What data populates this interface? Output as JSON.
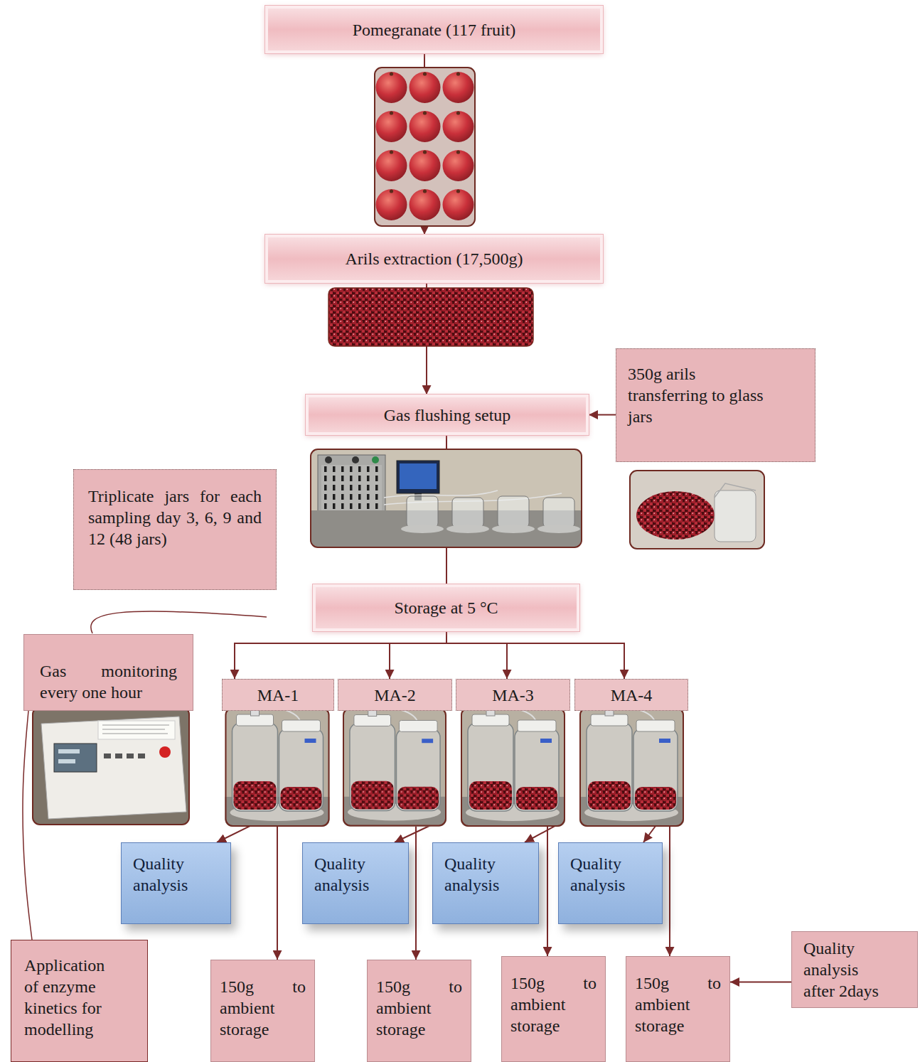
{
  "diagram": {
    "nodes": [
      {
        "text": [
          "Pomegranate (117 fruit)"
        ]
      },
      {
        "text": [
          "Arils extraction (17,500g)"
        ]
      },
      {
        "text": [
          "350g arils transferring to glass jars"
        ]
      },
      {
        "text": [
          "Gas flushing setup"
        ]
      },
      {
        "text": [
          "Triplicate jars for each sampling day 3, 6, 9 and 12 (48 jars)"
        ]
      },
      {
        "text": [
          "Storage at 5 °C"
        ]
      },
      {
        "text": [
          "Gas monitoring every one hour"
        ]
      },
      {
        "text": [
          "MA-1"
        ]
      },
      {
        "text": [
          "MA-2"
        ]
      },
      {
        "text": [
          "MA-3"
        ]
      },
      {
        "text": [
          "MA-4"
        ]
      },
      {
        "text": [
          "Quality analysis"
        ]
      },
      {
        "text": [
          "Quality analysis"
        ]
      },
      {
        "text": [
          "Quality analysis"
        ]
      },
      {
        "text": [
          "Quality analysis"
        ]
      },
      {
        "text": [
          "Application of enzyme kinetics for modelling"
        ]
      },
      {
        "text": [
          "150g to ambient storage"
        ]
      },
      {
        "text": [
          "150g to ambient storage"
        ]
      },
      {
        "text": [
          "150g to ambient storage"
        ]
      },
      {
        "text": [
          "150g to ambient storage"
        ]
      },
      {
        "text": [
          "Quality analysis after 2days"
        ]
      }
    ],
    "edges": [
      {
        "from": 0,
        "to": 1,
        "arrow": "to"
      },
      {
        "from": 1,
        "to": 3,
        "arrow": "to"
      },
      {
        "from": 2,
        "to": 3,
        "arrow": "to"
      },
      {
        "from": 3,
        "to": 5,
        "arrow": "none"
      },
      {
        "from": 5,
        "to": 7,
        "arrow": "to"
      },
      {
        "from": 5,
        "to": 8,
        "arrow": "to"
      },
      {
        "from": 5,
        "to": 9,
        "arrow": "to"
      },
      {
        "from": 5,
        "to": 10,
        "arrow": "to"
      },
      {
        "from": 6,
        "to": 15,
        "arrow": "none"
      },
      {
        "from": 7,
        "to": 11,
        "arrow": "to"
      },
      {
        "from": 7,
        "to": 16,
        "arrow": "to"
      },
      {
        "from": 8,
        "to": 12,
        "arrow": "to"
      },
      {
        "from": 8,
        "to": 17,
        "arrow": "to"
      },
      {
        "from": 9,
        "to": 13,
        "arrow": "to"
      },
      {
        "from": 9,
        "to": 18,
        "arrow": "to"
      },
      {
        "from": 10,
        "to": 14,
        "arrow": "to"
      },
      {
        "from": 10,
        "to": 19,
        "arrow": "to"
      },
      {
        "from": 20,
        "to": 19,
        "arrow": "to"
      }
    ]
  }
}
